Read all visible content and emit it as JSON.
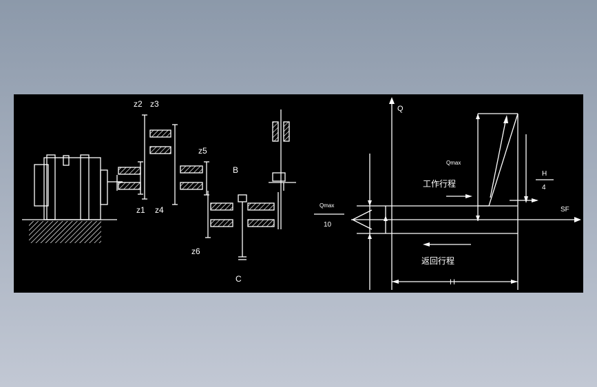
{
  "colors": {
    "page_bg_top": "#8c99aa",
    "page_bg_bottom": "#c2c8d4",
    "drawing_bg": "#000000",
    "line": "#ffffff"
  },
  "gear_labels": {
    "z1": "z1",
    "z2": "z2",
    "z3": "z3",
    "z4": "z4",
    "z5": "z5",
    "z6": "z6",
    "b": "B",
    "c": "C"
  },
  "diagram": {
    "q_axis": "Q",
    "q_max": "Qmax",
    "q_max_frac_num": "Qmax",
    "q_max_frac_den": "10",
    "h_frac_num": "H",
    "h_frac_den": "4",
    "s_axis": "SF",
    "stroke_h": "H",
    "work_stroke": "工作行程",
    "return_stroke": "返回行程"
  }
}
